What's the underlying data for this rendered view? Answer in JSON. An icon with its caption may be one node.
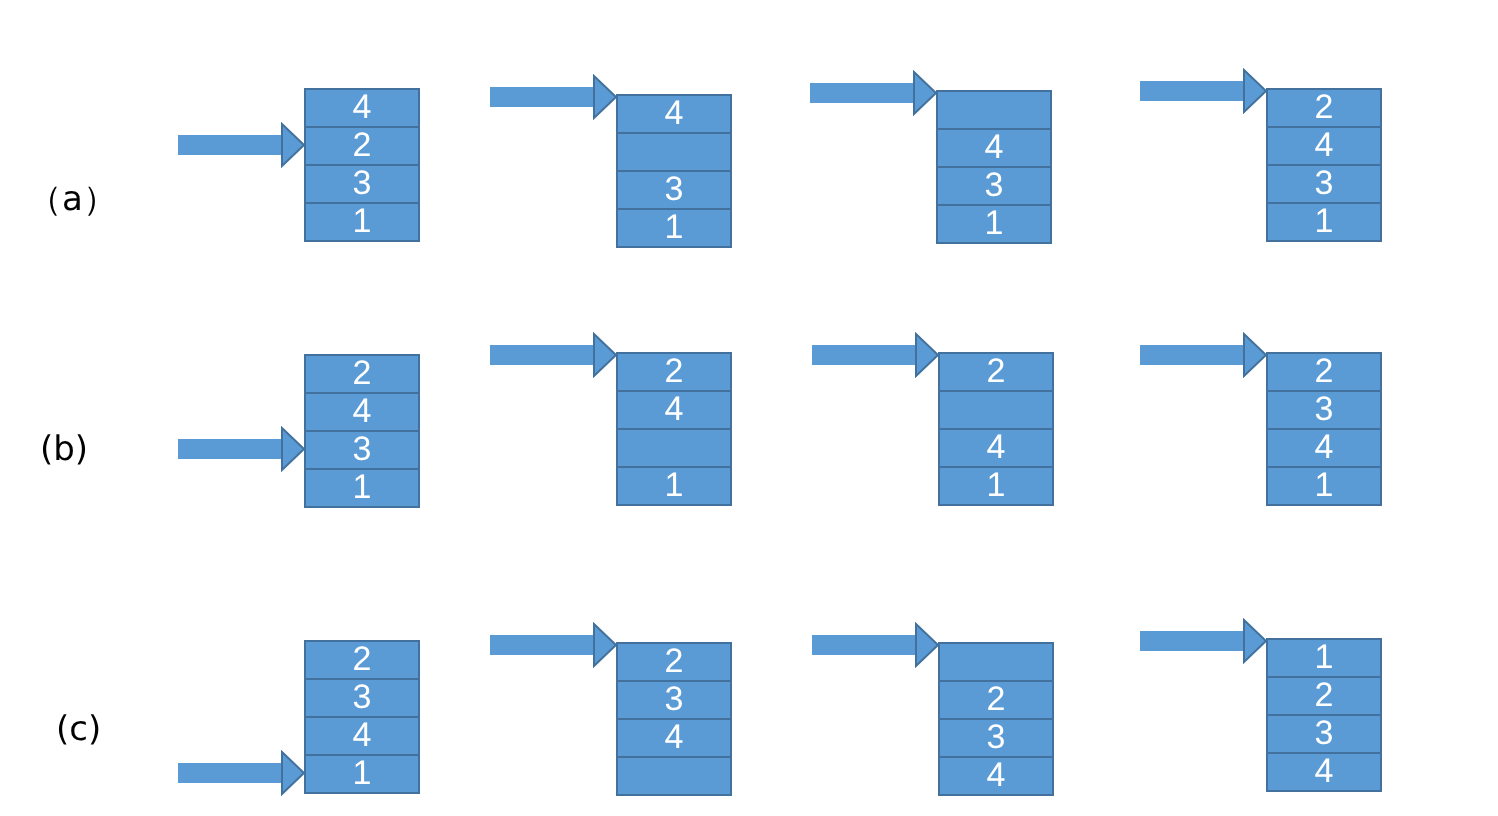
{
  "diagram": {
    "nodes": [
      {
        "text": [
          "4"
        ]
      },
      {
        "text": [
          "2"
        ]
      },
      {
        "text": [
          "3"
        ]
      },
      {
        "text": [
          "1"
        ]
      },
      {
        "text": [
          "4"
        ]
      },
      {
        "text": [],
        "shape": "box"
      },
      {
        "text": [
          "3"
        ]
      },
      {
        "text": [
          "1"
        ]
      },
      {
        "text": [],
        "shape": "box"
      },
      {
        "text": [
          "4"
        ]
      },
      {
        "text": [
          "3"
        ]
      },
      {
        "text": [
          "1"
        ]
      },
      {
        "text": [
          "2"
        ]
      },
      {
        "text": [
          "4"
        ]
      },
      {
        "text": [
          "3"
        ]
      },
      {
        "text": [
          "1"
        ]
      },
      {
        "text": [
          "2"
        ]
      },
      {
        "text": [
          "4"
        ]
      },
      {
        "text": [
          "3"
        ]
      },
      {
        "text": [
          "1"
        ]
      },
      {
        "text": [
          "2"
        ]
      },
      {
        "text": [
          "4"
        ]
      },
      {
        "text": [],
        "shape": "box"
      },
      {
        "text": [
          "1"
        ]
      },
      {
        "text": [
          "2"
        ]
      },
      {
        "text": [],
        "shape": "box"
      },
      {
        "text": [
          "4"
        ]
      },
      {
        "text": [
          "1"
        ]
      },
      {
        "text": [
          "2"
        ]
      },
      {
        "text": [
          "3"
        ]
      },
      {
        "text": [
          "4"
        ]
      },
      {
        "text": [
          "1"
        ]
      },
      {
        "text": [
          "2"
        ]
      },
      {
        "text": [
          "3"
        ]
      },
      {
        "text": [
          "4"
        ]
      },
      {
        "text": [
          "1"
        ]
      },
      {
        "text": [
          "2"
        ]
      },
      {
        "text": [
          "3"
        ]
      },
      {
        "text": [
          "4"
        ]
      },
      {
        "text": [],
        "shape": "box"
      },
      {
        "text": [],
        "shape": "box"
      },
      {
        "text": [
          "2"
        ]
      },
      {
        "text": [
          "3"
        ]
      },
      {
        "text": [
          "4"
        ]
      },
      {
        "text": [
          "1"
        ]
      },
      {
        "text": [
          "2"
        ]
      },
      {
        "text": [
          "3"
        ]
      },
      {
        "text": [
          "4"
        ]
      }
    ],
    "edges": [
      {
        "from": null,
        "to": 1,
        "arrow": "to"
      },
      {
        "from": null,
        "to": 4,
        "arrow": "to"
      },
      {
        "from": null,
        "to": 8,
        "arrow": "to"
      },
      {
        "from": null,
        "to": 12,
        "arrow": "to"
      },
      {
        "from": null,
        "to": 18,
        "arrow": "to"
      },
      {
        "from": null,
        "to": 20,
        "arrow": "to"
      },
      {
        "from": null,
        "to": 24,
        "arrow": "to"
      },
      {
        "from": null,
        "to": 28,
        "arrow": "to"
      },
      {
        "from": null,
        "to": 35,
        "arrow": "to"
      },
      {
        "from": null,
        "to": 36,
        "arrow": "to"
      },
      {
        "from": null,
        "to": 40,
        "arrow": "to"
      },
      {
        "from": null,
        "to": 44,
        "arrow": "to"
      }
    ],
    "labels": [
      "（a）",
      "(b)",
      "(c)"
    ]
  }
}
